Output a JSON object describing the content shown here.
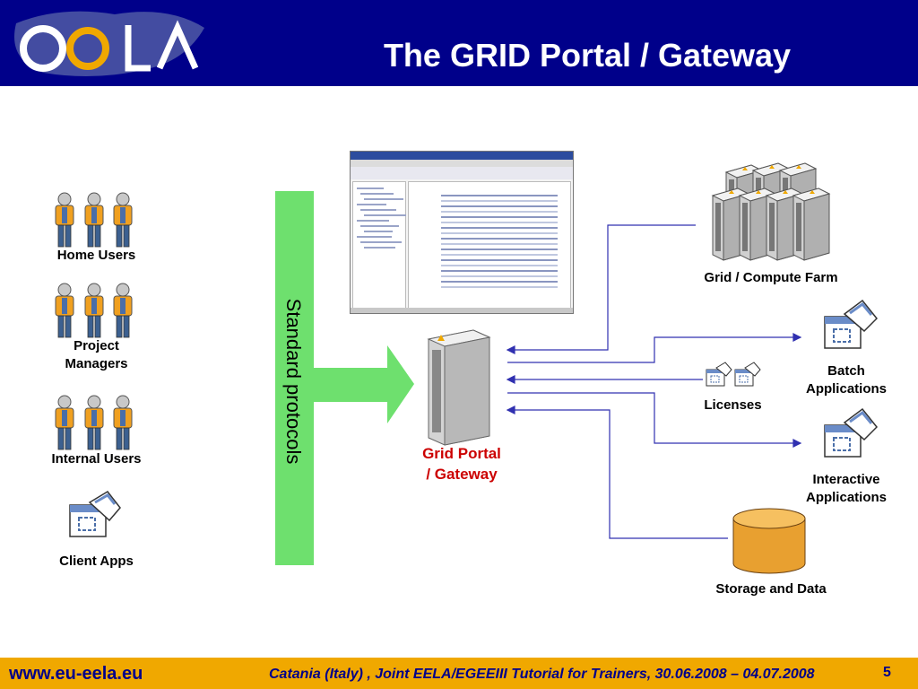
{
  "header": {
    "title": "The GRID Portal / Gateway",
    "logo_text": "eela"
  },
  "users": [
    {
      "label": "Home Users",
      "icon": "people-icon"
    },
    {
      "label": "Project Managers",
      "icon": "people-icon"
    },
    {
      "label": "Internal Users",
      "icon": "people-icon"
    },
    {
      "label": "Client Apps",
      "icon": "application-icon"
    }
  ],
  "protocol_band": {
    "label": "Standard protocols",
    "color": "#6ee06e"
  },
  "portal": {
    "label_line1": "Grid Portal",
    "label_line2": "/ Gateway",
    "label_color": "#cc0000"
  },
  "resources": {
    "compute_farm": "Grid / Compute Farm",
    "licenses": "Licenses",
    "batch": "Batch Applications",
    "interactive": "Interactive Applications",
    "storage": "Storage and Data"
  },
  "footer": {
    "url": "www.eu-eela.eu",
    "event": "Catania (Italy) , Joint EELA/EGEEIII Tutorial for Trainers, 30.06.2008 – 04.07.2008",
    "page": "5"
  },
  "colors": {
    "header_bg": "#00008a",
    "footer_bg": "#f0a800",
    "arrow_line": "#3030b0",
    "person_body": "#f0a020",
    "person_legs": "#3c6090",
    "storage": "#e8a030"
  }
}
